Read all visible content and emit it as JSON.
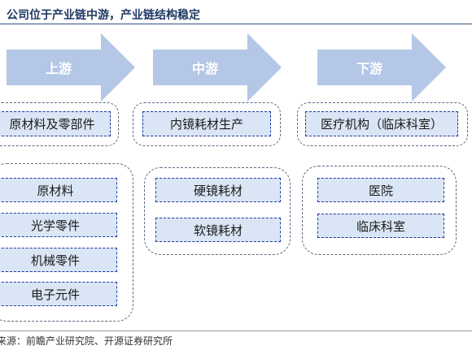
{
  "title": "：公司位于产业链中游，产业链结构稳定",
  "source": "来源：前瞻产业研究院、开源证券研究所",
  "colors": {
    "arrow": "#b4c7e7",
    "item_fill": "#dae6f5",
    "item_border": "#1f3a9a",
    "title": "#1f3864"
  },
  "stages": [
    {
      "label": "上游",
      "summary": "原材料及零部件",
      "items": [
        "原材料",
        "光学零件",
        "机械零件",
        "电子元件"
      ]
    },
    {
      "label": "中游",
      "summary": "内镜耗材生产",
      "items": [
        "硬镜耗材",
        "软镜耗材"
      ]
    },
    {
      "label": "下游",
      "summary": "医疗机构（临床科室）",
      "items": [
        "医院",
        "临床科室"
      ]
    }
  ]
}
